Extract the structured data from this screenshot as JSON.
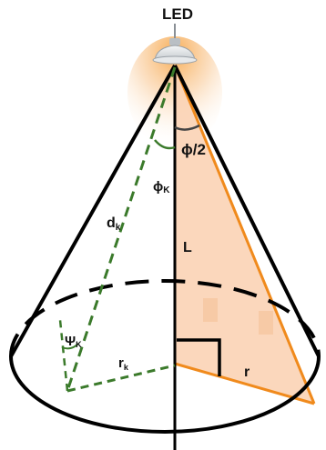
{
  "diagram": {
    "labels": {
      "led": "LED",
      "half_angle": "ϕ/2",
      "phi_k": "ϕ",
      "phi_k_sub": "K",
      "d_k": "d",
      "d_k_sub": "k",
      "L": "L",
      "psi_k": "Ψ",
      "psi_k_sub": "K",
      "r_k": "r",
      "r_k_sub": "k",
      "r": "r"
    },
    "colors": {
      "outline": "#000000",
      "dashed_ray": "#3b7a2b",
      "cone_fill": "#fbd3b5",
      "cone_edge": "#f08a1c",
      "glow": "#f6b15a",
      "lamp": "#dfe3e6"
    }
  }
}
